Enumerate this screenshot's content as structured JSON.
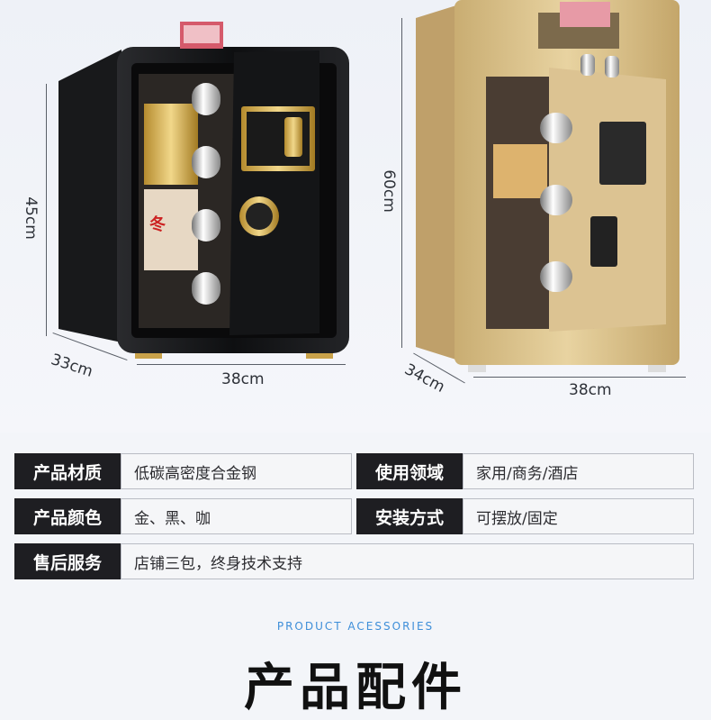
{
  "dimensions": {
    "left_height": "45cm",
    "left_depth": "33cm",
    "left_width": "38cm",
    "right_height": "60cm",
    "right_depth": "34cm",
    "right_width": "38cm"
  },
  "specs": [
    {
      "label": "产品材质",
      "value": "低碳高密度合金钢"
    },
    {
      "label": "使用领域",
      "value": "家用/商务/酒店"
    },
    {
      "label": "产品颜色",
      "value": "金、黑、咖"
    },
    {
      "label": "安装方式",
      "value": "可摆放/固定"
    },
    {
      "label": "售后服务",
      "value": "店铺三包，终身技术支持"
    }
  ],
  "accessories": {
    "english": "PRODUCT ACESSORIES",
    "chinese": "产品配件"
  },
  "colors": {
    "black_safe": "#111214",
    "gold_safe": "#d9bf86",
    "header_bg": "#1e1e22",
    "accent_blue": "#3d8ed9"
  }
}
